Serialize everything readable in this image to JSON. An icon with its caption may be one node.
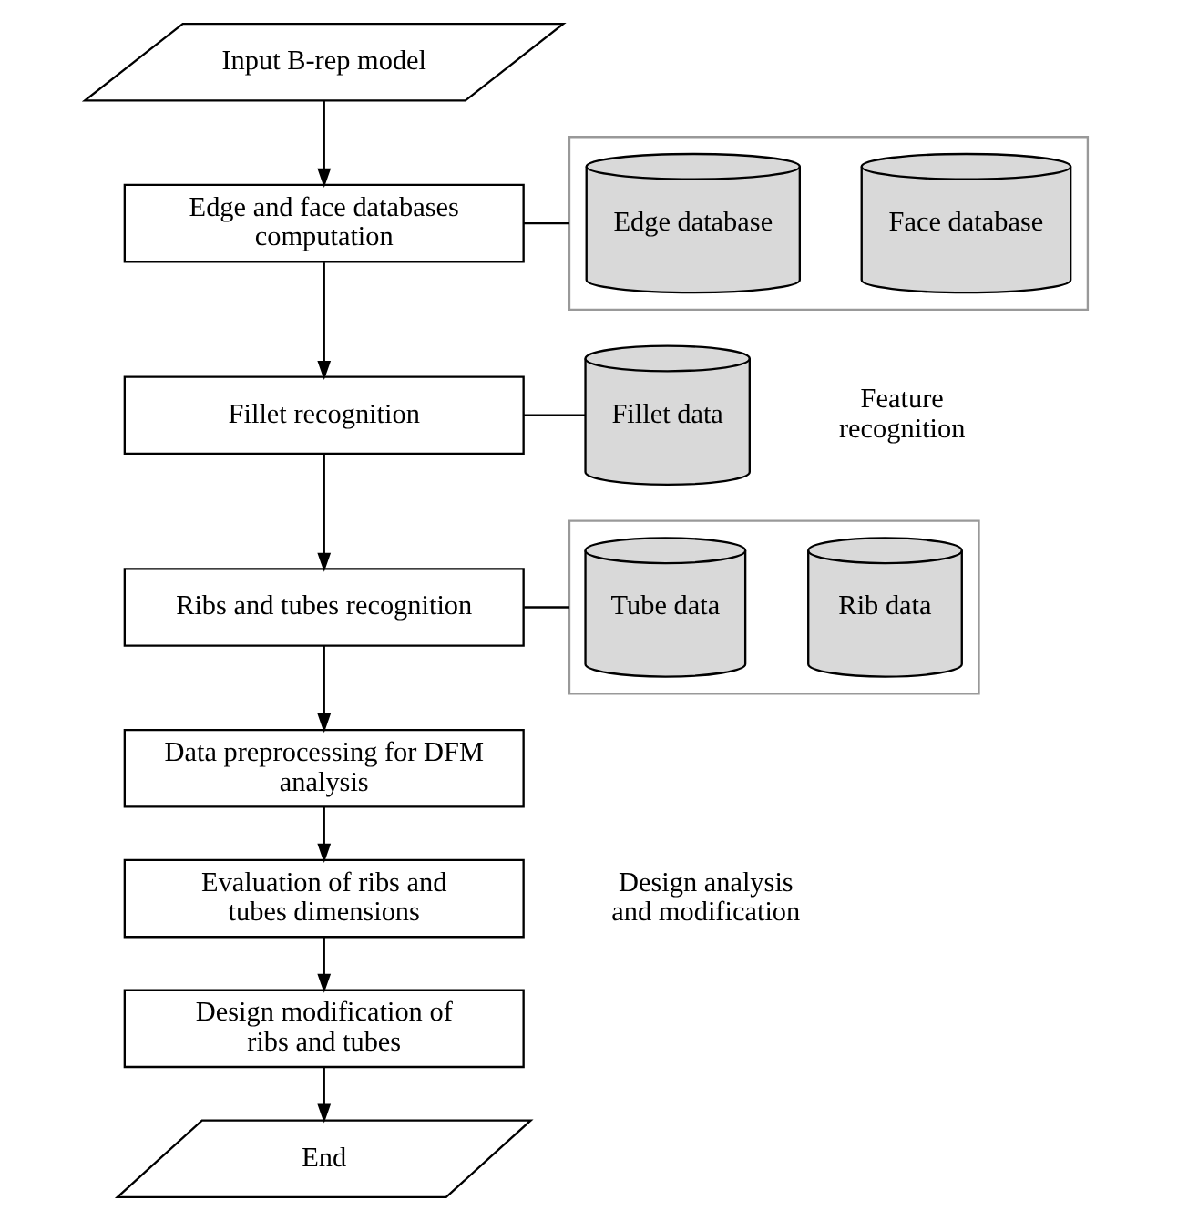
{
  "diagram": {
    "nodes": [
      {
        "text": [
          "Input B-rep model"
        ]
      },
      {
        "text": [
          "Edge and face databases computation"
        ]
      },
      {
        "text": [],
        "shape": "box"
      },
      {
        "text": [
          "Edge database"
        ],
        "in": 2
      },
      {
        "text": [
          "Face database"
        ],
        "in": 2
      },
      {
        "text": [
          "Fillet recognition"
        ]
      },
      {
        "text": [
          "Fillet data"
        ]
      },
      {
        "text": [
          "Ribs and tubes recognition"
        ]
      },
      {
        "text": [],
        "shape": "box"
      },
      {
        "text": [
          "Tube data"
        ],
        "in": 8
      },
      {
        "text": [
          "Rib data"
        ],
        "in": 8
      },
      {
        "text": [
          "Data preprocessing for DFM analysis"
        ]
      },
      {
        "text": [
          "Evaluation of ribs and tubes dimensions"
        ]
      },
      {
        "text": [
          "Design modification of ribs and tubes"
        ]
      },
      {
        "text": [
          "End"
        ]
      }
    ],
    "edges": [
      {
        "from": 0,
        "to": 1,
        "arrow": "to"
      },
      {
        "from": 2,
        "to": 1,
        "arrow": "none"
      },
      {
        "from": 1,
        "to": 5,
        "arrow": "to"
      },
      {
        "from": 5,
        "to": 6,
        "arrow": "none"
      },
      {
        "from": 5,
        "to": 7,
        "arrow": "to"
      },
      {
        "from": 8,
        "to": 7,
        "arrow": "none"
      },
      {
        "from": 7,
        "to": 11,
        "arrow": "to"
      },
      {
        "from": 11,
        "to": 12,
        "arrow": "to"
      },
      {
        "from": 12,
        "to": 13,
        "arrow": "to"
      },
      {
        "from": 13,
        "to": 14,
        "arrow": "to"
      }
    ],
    "labels": [
      "Feature recognition",
      "Design analysis and modification"
    ]
  }
}
